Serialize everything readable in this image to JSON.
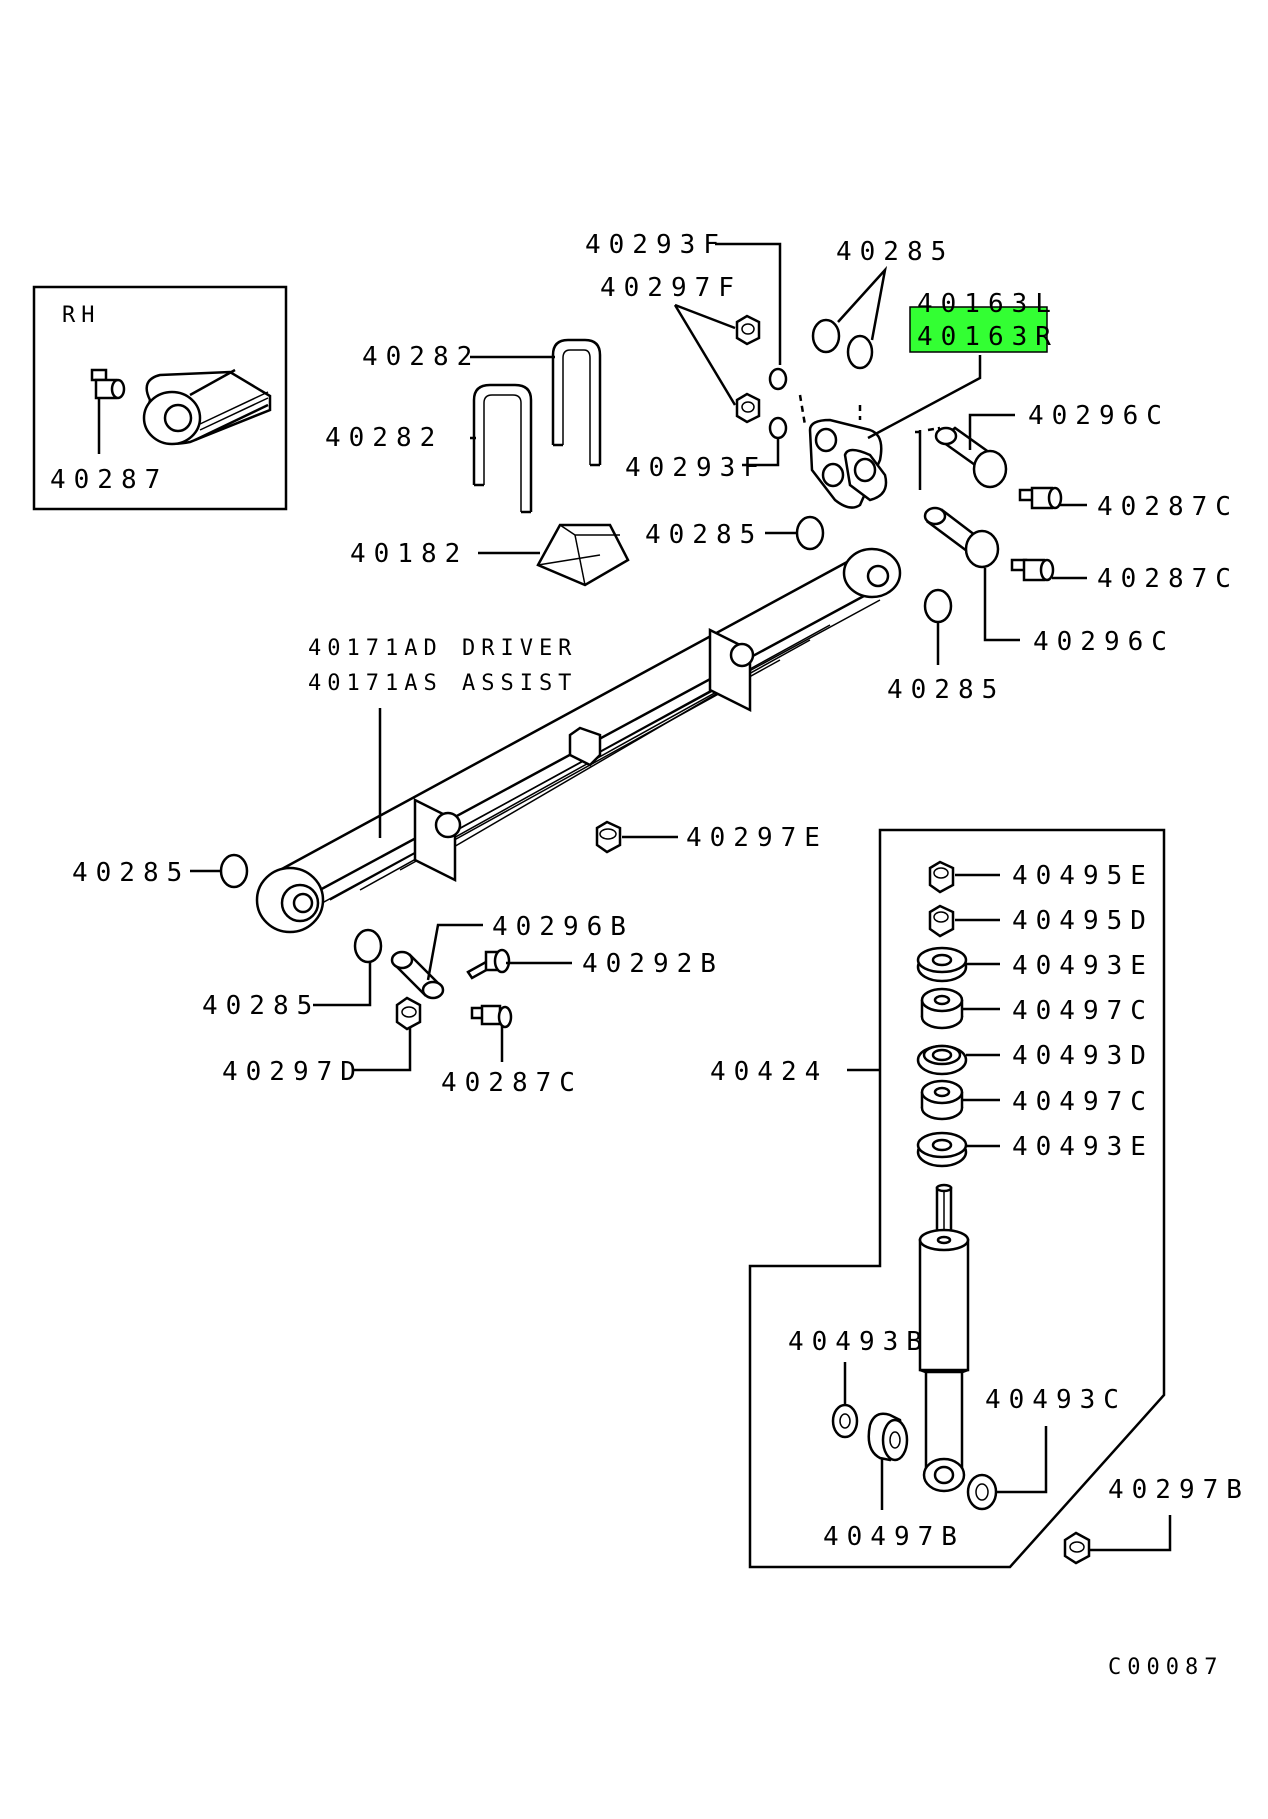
{
  "labels": {
    "rh": "RH",
    "l40287_inset": "40287",
    "l40293F_top": "40293F",
    "l40297F": "40297F",
    "l40285_top": "40285",
    "l40163L": "40163L",
    "l40163R": "40163R",
    "l40282_a": "40282",
    "l40282_b": "40282",
    "l40293F_mid": "40293F",
    "l40296C_top": "40296C",
    "l40287C_a": "40287C",
    "l40287C_b": "40287C",
    "l40182": "40182",
    "l40285_mid": "40285",
    "l40296C_low": "40296C",
    "l40171AD": "40171AD DRIVER",
    "l40171AS": "40171AS ASSIST",
    "l40285_right": "40285",
    "l40297E": "40297E",
    "l40285_left": "40285",
    "l40296B": "40296B",
    "l40292B": "40292B",
    "l40285_low": "40285",
    "l40297D": "40297D",
    "l40287C_c": "40287C",
    "l40495E": "40495E",
    "l40495D": "40495D",
    "l40493E_a": "40493E",
    "l40497C_a": "40497C",
    "l40424": "40424",
    "l40493D": "40493D",
    "l40497C_b": "40497C",
    "l40493E_b": "40493E",
    "l40493B": "40493B",
    "l40493C": "40493C",
    "l40297B": "40297B",
    "l40497B": "40497B",
    "code": "C00087"
  },
  "colors": {
    "highlight": "#33ff33",
    "line": "#000000",
    "background": "#ffffff"
  }
}
